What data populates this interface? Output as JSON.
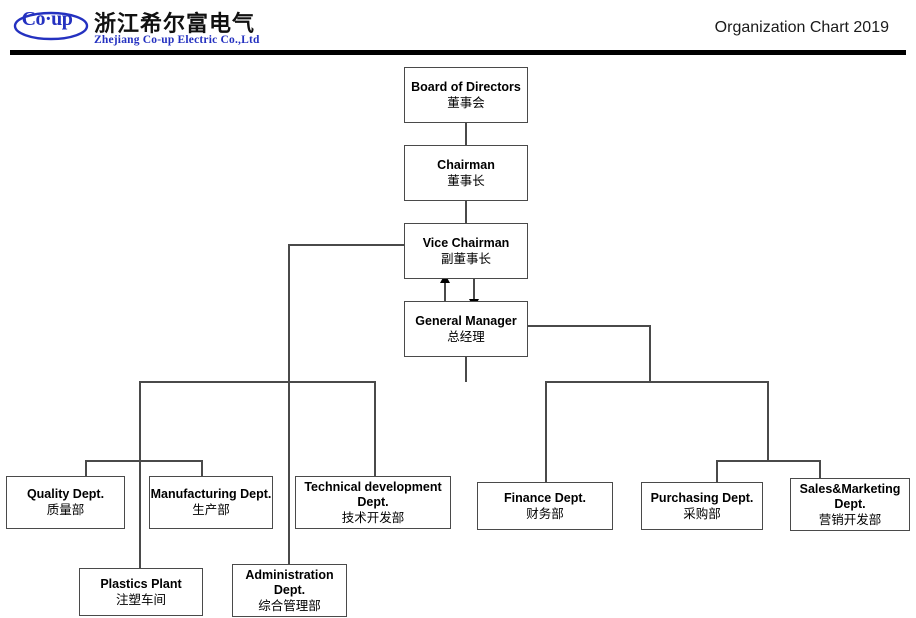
{
  "header": {
    "logo_mark": "Co·up",
    "logo_icon": "oval-logo-icon",
    "brand_cn": "浙江希尔富电气",
    "brand_en": "Zhejiang Co-up Electric Co.,Ltd",
    "title": "Organization Chart 2019",
    "brand_color": "#2431c0",
    "rule_color": "#000000"
  },
  "chart_data": {
    "type": "diagram",
    "title": "Organization Chart 2019",
    "nodes": [
      {
        "id": "board",
        "en": "Board of Directors",
        "cn": "董事会"
      },
      {
        "id": "chairman",
        "en": "Chairman",
        "cn": "董事长"
      },
      {
        "id": "vice",
        "en": "Vice Chairman",
        "cn": "副董事长"
      },
      {
        "id": "gm",
        "en": "General Manager",
        "cn": "总经理"
      },
      {
        "id": "quality",
        "en": "Quality Dept.",
        "cn": "质量部"
      },
      {
        "id": "manufacturing",
        "en": "Manufacturing Dept.",
        "cn": "生产部"
      },
      {
        "id": "technical",
        "en": "Technical development Dept.",
        "cn": "技术开发部"
      },
      {
        "id": "finance",
        "en": "Finance Dept.",
        "cn": "财务部"
      },
      {
        "id": "purchasing",
        "en": "Purchasing Dept.",
        "cn": "采购部"
      },
      {
        "id": "sales",
        "en": "Sales&Marketing Dept.",
        "cn": "营销开发部"
      },
      {
        "id": "plastics",
        "en": "Plastics Plant",
        "cn": "注塑车间"
      },
      {
        "id": "administration",
        "en": "Administration Dept.",
        "cn": "综合管理部"
      }
    ],
    "edges": [
      {
        "from": "board",
        "to": "chairman",
        "style": "plain"
      },
      {
        "from": "chairman",
        "to": "vice",
        "style": "plain"
      },
      {
        "from": "vice",
        "to": "gm",
        "style": "bidirectional-arrow"
      },
      {
        "from": "vice",
        "to": "administration",
        "style": "plain"
      },
      {
        "from": "gm",
        "to": "quality",
        "style": "plain"
      },
      {
        "from": "gm",
        "to": "manufacturing",
        "style": "plain"
      },
      {
        "from": "gm",
        "to": "technical",
        "style": "plain"
      },
      {
        "from": "gm",
        "to": "plastics",
        "style": "plain"
      },
      {
        "from": "gm",
        "to": "finance",
        "style": "plain"
      },
      {
        "from": "gm",
        "to": "purchasing",
        "style": "plain"
      },
      {
        "from": "gm",
        "to": "sales",
        "style": "plain"
      }
    ]
  }
}
